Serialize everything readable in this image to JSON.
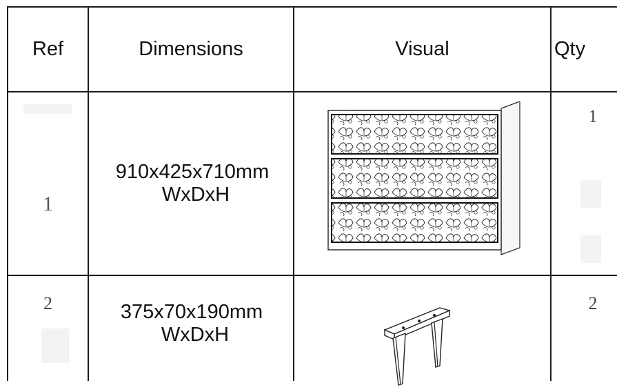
{
  "headers": {
    "ref": "Ref",
    "dimensions": "Dimensions",
    "visual": "Visual",
    "qty": "Qty"
  },
  "rows": [
    {
      "ref": "1",
      "dimensions": "910x425x710mm",
      "dimension_order": "WxDxH",
      "visual_icon": "three-drawer-chest-icon",
      "qty": "1"
    },
    {
      "ref": "2",
      "dimensions": "375x70x190mm",
      "dimension_order": "WxDxH",
      "visual_icon": "bench-leg-bracket-icon",
      "qty": "2"
    }
  ]
}
